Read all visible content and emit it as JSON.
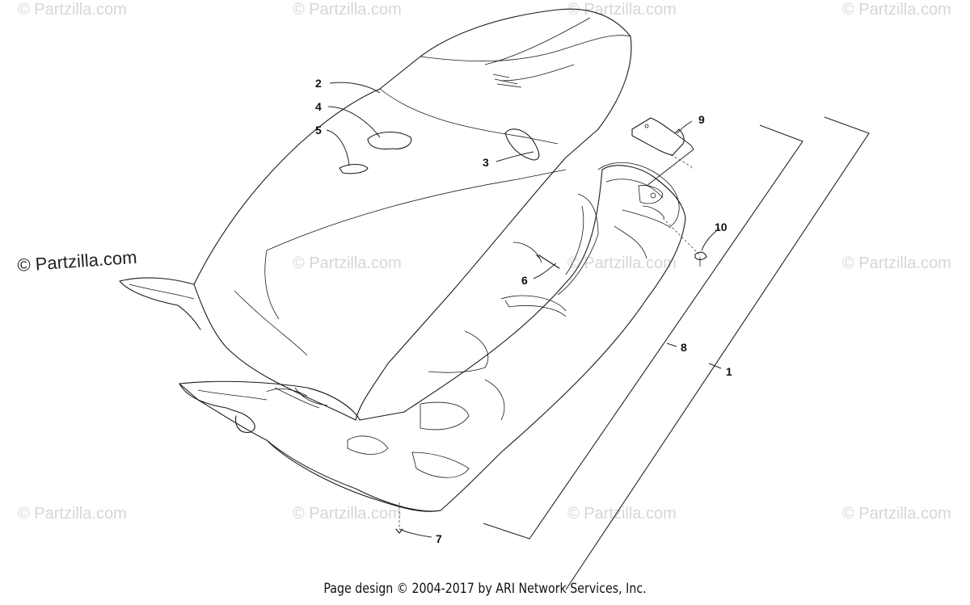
{
  "watermarks": {
    "main": "© Partzilla.com",
    "faded": "© Partzilla.com"
  },
  "callouts": {
    "c1": "1",
    "c2": "2",
    "c3": "3",
    "c4": "4",
    "c5": "5",
    "c6": "6",
    "c7": "7",
    "c8": "8",
    "c9": "9",
    "c10": "10"
  },
  "footer": {
    "text": "Page design © 2004-2017 by ARI Network Services, Inc."
  }
}
